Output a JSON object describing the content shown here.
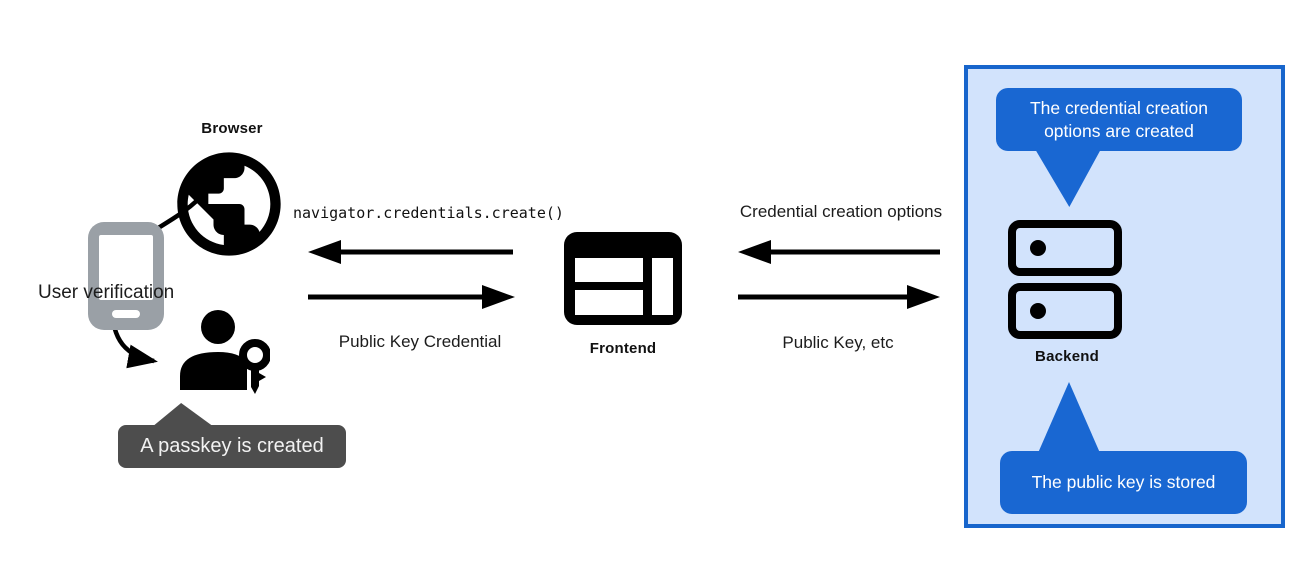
{
  "nodes": {
    "browser": {
      "label": "Browser",
      "icon": "globe-icon"
    },
    "authenticator": {
      "label": "User verification",
      "icon": "smartphone-icon"
    },
    "user": {
      "icon": "person-key-icon"
    },
    "frontend": {
      "label": "Frontend",
      "icon": "browser-window-icon"
    },
    "backend": {
      "label": "Backend",
      "icon": "server-icon"
    }
  },
  "flows": {
    "frontend_to_browser": {
      "label": "navigator.credentials.create()",
      "direction": "left"
    },
    "browser_to_frontend": {
      "label": "Public Key Credential",
      "direction": "right"
    },
    "backend_to_frontend": {
      "label": "Credential creation options",
      "direction": "left"
    },
    "frontend_to_backend": {
      "label": "Public Key, etc",
      "direction": "right"
    }
  },
  "callouts": {
    "passkey_created": {
      "text": "A passkey is created",
      "style": "dark"
    },
    "options_created": {
      "text": "The credential creation options are created",
      "style": "blue"
    },
    "public_key_stored": {
      "text": "The public key is stored",
      "style": "blue"
    }
  },
  "colors": {
    "accent_blue": "#1967d2",
    "panel_fill": "#d2e3fc",
    "panel_border": "#1765cc",
    "tooltip_gray": "#4d4d4d",
    "phone_gray": "#9aa0a6",
    "ink": "#000000",
    "text_on_accent": "#ffffff"
  }
}
